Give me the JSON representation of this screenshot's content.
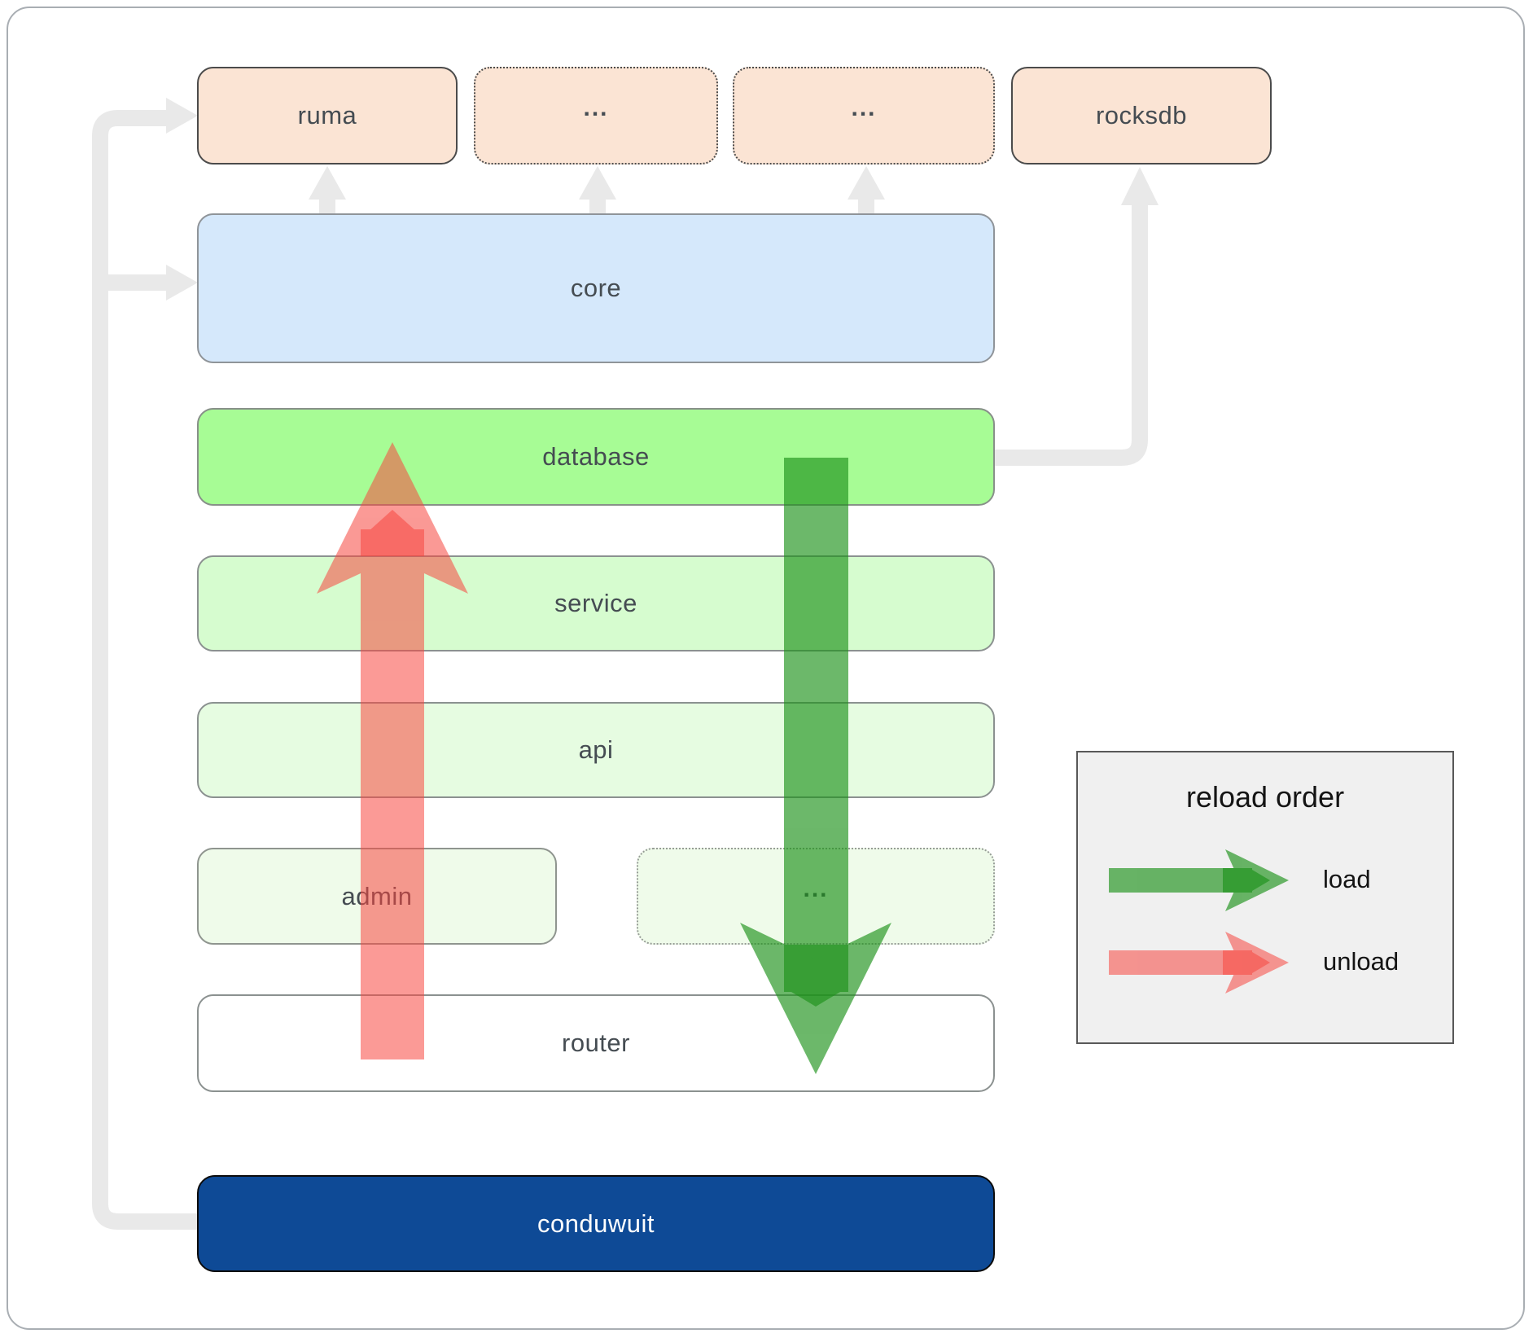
{
  "diagram": {
    "top_row": [
      {
        "id": "ruma",
        "label": "ruma"
      },
      {
        "id": "dots1",
        "label": "..."
      },
      {
        "id": "dots2",
        "label": "..."
      },
      {
        "id": "rocksdb",
        "label": "rocksdb"
      }
    ],
    "layers": [
      {
        "id": "core",
        "label": "core"
      },
      {
        "id": "database",
        "label": "database"
      },
      {
        "id": "service",
        "label": "service"
      },
      {
        "id": "api",
        "label": "api"
      },
      {
        "id": "admin",
        "label": "admin"
      },
      {
        "id": "dots3",
        "label": "..."
      },
      {
        "id": "router",
        "label": "router"
      },
      {
        "id": "conduwuit",
        "label": "conduwuit"
      }
    ]
  },
  "legend": {
    "title": "reload order",
    "items": [
      {
        "label": "load",
        "direction": "down"
      },
      {
        "label": "unload",
        "direction": "up"
      }
    ]
  },
  "colors": {
    "load_arrow": "#1d921a",
    "unload_arrow": "#f74740",
    "connector": "#e9e9e9",
    "node_peach": "#fbe4d4",
    "node_blue": "#d5e8fb",
    "node_green_bright": "#a7fc95",
    "node_green_light": "#d6fccf",
    "node_green_lighter": "#e6fce1",
    "node_green_faint": "#effbea",
    "conduwuit_navy": "#0e4a96"
  }
}
